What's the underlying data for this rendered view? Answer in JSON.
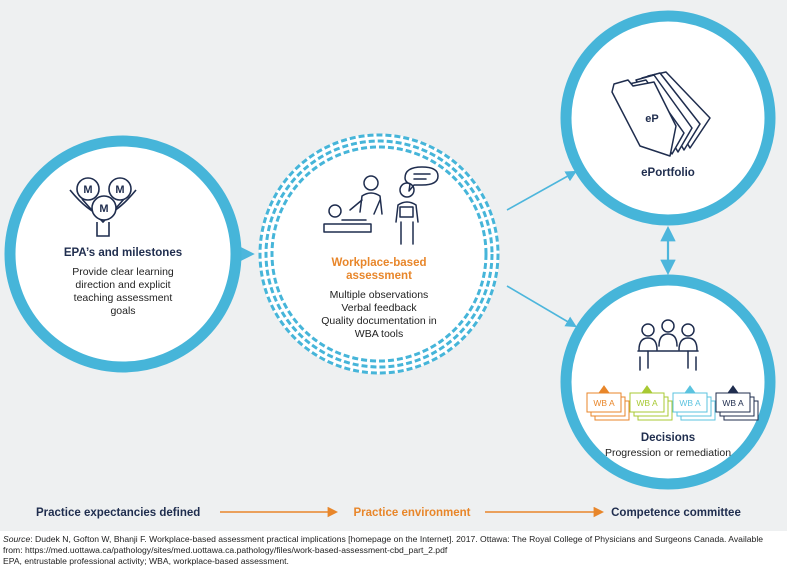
{
  "colors": {
    "circle_blue": "#46b5d9",
    "arrow_blue": "#4db6dc",
    "navy": "#1f2d4e",
    "orange": "#e8862a",
    "panel_bg": "#eef0f1",
    "wba_orange": "#e8862a",
    "wba_lime": "#a8c933",
    "wba_cyan": "#5bc3df",
    "wba_navy": "#1f2d4e"
  },
  "epa": {
    "icon_letters": [
      "M",
      "M",
      "M"
    ],
    "title": "EPA’s and milestones",
    "lines": [
      "Provide clear learning",
      "direction and explicit",
      "teaching assessment",
      "goals"
    ]
  },
  "wba": {
    "title_lines": [
      "Workplace-based",
      "assessment"
    ],
    "lines": [
      "Multiple observations",
      "Verbal feedback",
      "Quality documentation in",
      "WBA tools"
    ]
  },
  "eportfolio": {
    "icon_label": "eP",
    "title": "ePortfolio"
  },
  "decisions": {
    "cards": [
      "WB A",
      "WB A",
      "WB A",
      "WB A"
    ],
    "title": "Decisions",
    "subtitle": "Progression or remediation"
  },
  "timeline": {
    "stage1": "Practice expectancies  defined",
    "stage2": "Practice environment",
    "stage3": "Competence committee"
  },
  "footer": {
    "source_label": "Source",
    "source_text": ": Dudek N, Gofton W, Bhanji F. Workplace-based assessment practical implications [homepage on the Internet]. 2017. Ottawa: The Royal College of Physicians and Surgeons Canada. Available from: https://med.uottawa.ca/pathology/sites/med.uottawa.ca.pathology/files/work-based-assessment-cbd_part_2.pdf",
    "abbreviations": "EPA, entrustable professional activity; WBA, workplace-based assessment."
  }
}
